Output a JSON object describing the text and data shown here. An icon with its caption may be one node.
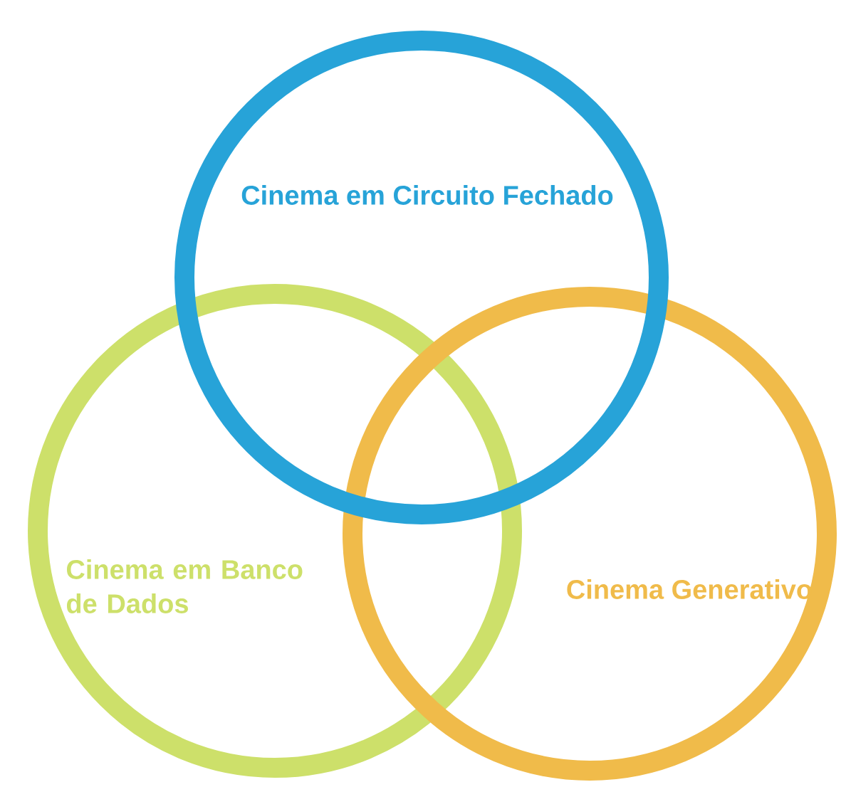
{
  "diagram": {
    "nodes": [
      {
        "text": [
          "Cinema em Circuito Fechado"
        ]
      },
      {
        "text": [
          "Cinema em Banco de Dados"
        ]
      },
      {
        "text": [
          "Cinema Generativo"
        ]
      }
    ]
  }
}
